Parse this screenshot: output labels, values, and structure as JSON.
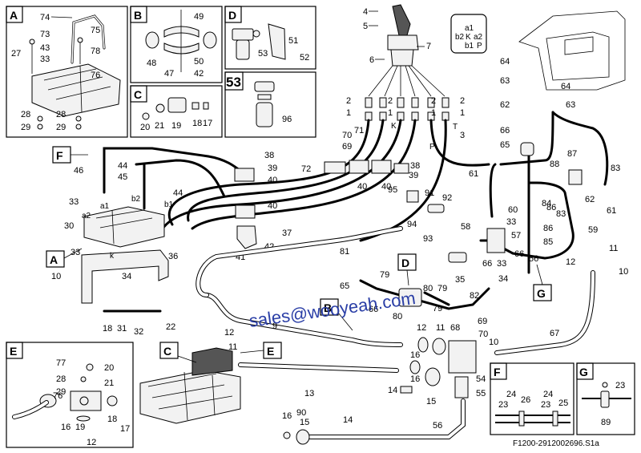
{
  "diagram": {
    "watermark": "sales@wooyeah.com",
    "drawing_number": "F1200-2912002696.S1a",
    "insets": {
      "A": "A",
      "B": "B",
      "C": "C",
      "D": "D",
      "53": "53",
      "E": "E",
      "F": "F",
      "G": "G"
    },
    "callouts_main": {
      "A": "A",
      "B": "B",
      "C": "C",
      "D": "D",
      "E": "E",
      "F": "F",
      "G": "G"
    },
    "joystick_pattern": {
      "a1": "a1",
      "b2": "b2",
      "K": "K",
      "a2": "a2",
      "b1": "b1",
      "P": "P"
    },
    "port_labels": {
      "a1": "a1",
      "a2": "a2",
      "b1": "b1",
      "b2": "b2",
      "k": "k",
      "K": "K",
      "P": "P",
      "T": "T"
    }
  }
}
